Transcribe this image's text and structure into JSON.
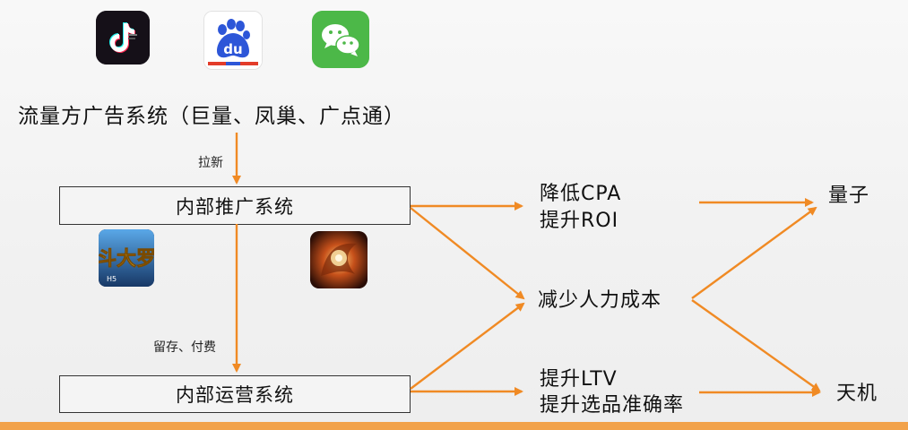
{
  "top_system": {
    "label": "流量方广告系统（巨量、凤巢、广点通）"
  },
  "edge_labels": {
    "acquire": "拉新",
    "retain_pay": "留存、付费"
  },
  "boxes": {
    "promotion": "内部推广系统",
    "operation": "内部运营系统"
  },
  "outcomes": {
    "cpa_line1": "降低CPA",
    "cpa_line2": "提升ROI",
    "cost": "减少人力成本",
    "ltv_line1": "提升LTV",
    "ltv_line2": "提升选品准确率"
  },
  "targets": {
    "liangzi": "量子",
    "tianji": "天机"
  },
  "icons": {
    "douyin": "douyin-app-icon",
    "baidu": "baidu-app-icon",
    "baidu_text": "du",
    "wechat": "wechat-app-icon",
    "game1": "douluo-game-icon",
    "game1_text": "斗大罗",
    "game1_badge": "H5",
    "game2": "fantasy-game-icon"
  },
  "colors": {
    "arrow": "#f08a24",
    "bottom_bar": "#f2a24a",
    "box_border": "#333333",
    "wechat_green": "#4cb848",
    "baidu_blue": "#2d56d8",
    "baidu_red": "#e33c2a"
  }
}
